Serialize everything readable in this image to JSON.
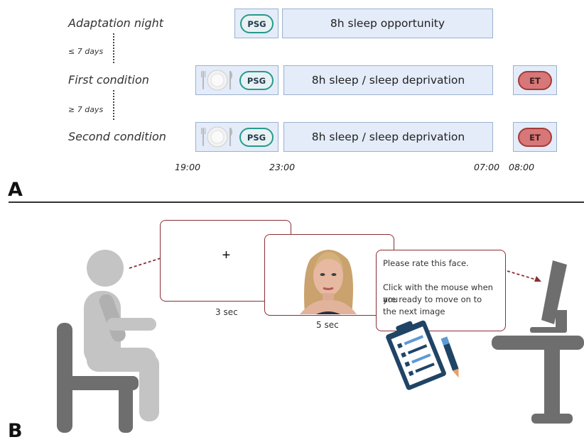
{
  "panel_a": {
    "letter": "A",
    "rows": [
      {
        "label": "Adaptation night",
        "psg": "PSG",
        "bar": "8h sleep opportunity"
      },
      {
        "label": "First condition",
        "psg": "PSG",
        "bar": "8h sleep / sleep deprivation",
        "et": "ET"
      },
      {
        "label": "Second condition",
        "psg": "PSG",
        "bar": "8h sleep / sleep deprivation",
        "et": "ET"
      }
    ],
    "gaps": [
      "≤ 7 days",
      "≥ 7 days"
    ],
    "times": [
      "19:00",
      "23:00",
      "07:00",
      "08:00"
    ]
  },
  "panel_b": {
    "letter": "B",
    "fixation_symbol": "+",
    "durations": [
      "3 sec",
      "5 sec"
    ],
    "instruction": {
      "line1": "Please rate this face.",
      "line2": "Click with the mouse when you",
      "line3": "are ready to move on to",
      "line4": "the next image"
    }
  },
  "colors": {
    "bar_fill": "#e3ecf8",
    "bar_border": "#9bb1d0",
    "psg": "#27998d",
    "et": "#d77777",
    "screen_border": "#8b2e35",
    "person": "#c4c4c4",
    "chair": "#6e6e6e",
    "clipboard": "#1f4466"
  },
  "icons": [
    "plate-cutlery-icon",
    "person-icon",
    "chair-icon",
    "clipboard-icon",
    "pen-icon",
    "computer-desk-icon",
    "face-photo"
  ]
}
